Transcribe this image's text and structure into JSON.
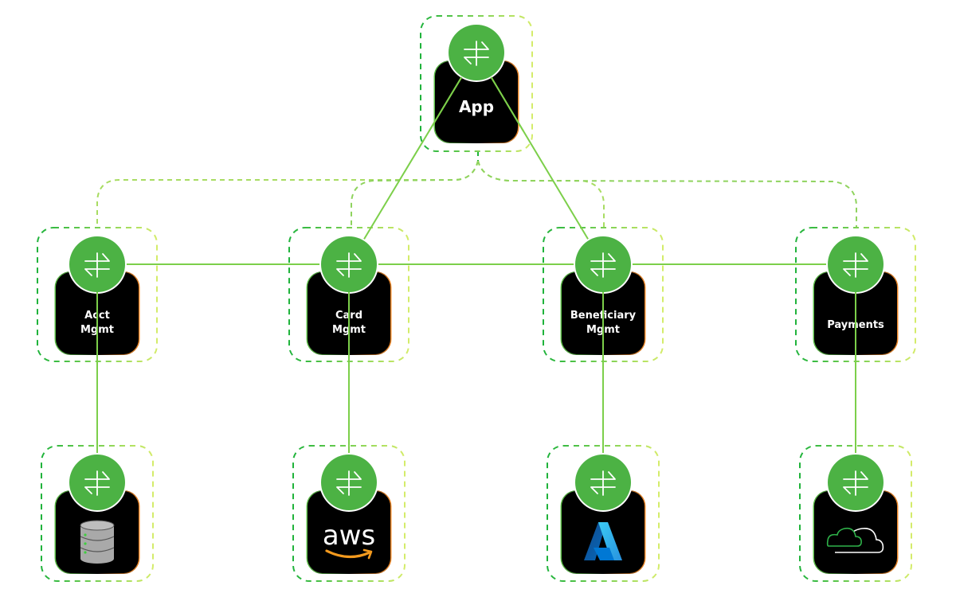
{
  "diagram": {
    "colors": {
      "hub_green": "#4cb244",
      "dash_dark_green": "#1fb33b",
      "dash_light_green": "#d4ec6a",
      "line_green": "#7ccf4a",
      "box_black": "#000000",
      "box_edge_left": "#5fc24a",
      "box_edge_right": "#f08a2a"
    },
    "hub": {
      "id": "app",
      "label": "App",
      "icon": "swap-arrows-icon"
    },
    "services": [
      {
        "id": "acct-mgmt",
        "label_lines": [
          "Acct",
          "Mgmt"
        ],
        "icon": "swap-arrows-icon"
      },
      {
        "id": "card-mgmt",
        "label_lines": [
          "Card",
          "Mgmt"
        ],
        "icon": "swap-arrows-icon"
      },
      {
        "id": "beneficiary-mgmt",
        "label_lines": [
          "Beneficiary",
          "Mgmt"
        ],
        "icon": "swap-arrows-icon"
      },
      {
        "id": "payments",
        "label_lines": [
          "Payments"
        ],
        "icon": "swap-arrows-icon"
      }
    ],
    "backends": [
      {
        "id": "database",
        "logo": "database-icon",
        "attached_to": "acct-mgmt"
      },
      {
        "id": "aws",
        "logo": "aws-logo",
        "logo_text": "aws",
        "attached_to": "card-mgmt"
      },
      {
        "id": "azure",
        "logo": "azure-logo",
        "attached_to": "beneficiary-mgmt"
      },
      {
        "id": "cloud",
        "logo": "cloud-icon",
        "attached_to": "payments"
      }
    ],
    "edges": [
      {
        "from": "app",
        "to": "card-mgmt",
        "style": "solid"
      },
      {
        "from": "app",
        "to": "beneficiary-mgmt",
        "style": "solid"
      },
      {
        "from": "acct-mgmt",
        "to": "card-mgmt",
        "style": "solid"
      },
      {
        "from": "card-mgmt",
        "to": "beneficiary-mgmt",
        "style": "solid"
      },
      {
        "from": "beneficiary-mgmt",
        "to": "payments",
        "style": "solid"
      },
      {
        "from": "acct-mgmt",
        "to": "database",
        "style": "solid"
      },
      {
        "from": "card-mgmt",
        "to": "aws",
        "style": "solid"
      },
      {
        "from": "beneficiary-mgmt",
        "to": "azure",
        "style": "solid"
      },
      {
        "from": "payments",
        "to": "cloud",
        "style": "solid"
      },
      {
        "from": "app",
        "to": "acct-mgmt",
        "style": "dashed"
      },
      {
        "from": "app",
        "to": "card-mgmt",
        "style": "dashed"
      },
      {
        "from": "app",
        "to": "beneficiary-mgmt",
        "style": "dashed"
      },
      {
        "from": "app",
        "to": "payments",
        "style": "dashed"
      }
    ]
  }
}
